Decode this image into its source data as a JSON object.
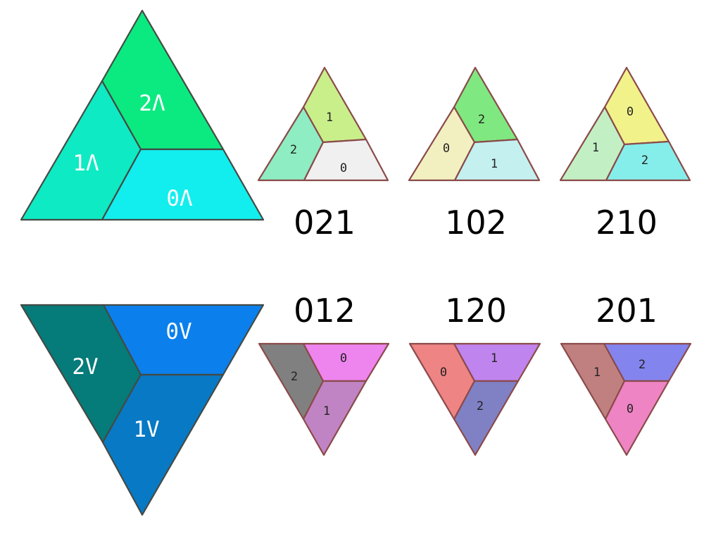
{
  "big_up": {
    "regions": [
      {
        "label": "2Λ",
        "color": "#0bea80"
      },
      {
        "label": "1Λ",
        "color": "#0eeac3"
      },
      {
        "label": "0Λ",
        "color": "#12eeee"
      }
    ]
  },
  "big_down": {
    "regions": [
      {
        "label": "0V",
        "color": "#0b80ec"
      },
      {
        "label": "2V",
        "color": "#057b7a"
      },
      {
        "label": "1V",
        "color": "#0879c4"
      }
    ]
  },
  "up_perms": [
    {
      "caption": "021",
      "labels": [
        "1",
        "2",
        "0"
      ],
      "colors": [
        "#c9ef8a",
        "#8eedc2",
        "#f0f0f0"
      ]
    },
    {
      "caption": "102",
      "labels": [
        "2",
        "0",
        "1"
      ],
      "colors": [
        "#80e880",
        "#f2f0c0",
        "#c4f0f0"
      ]
    },
    {
      "caption": "210",
      "labels": [
        "0",
        "1",
        "2"
      ],
      "colors": [
        "#f2f28a",
        "#c2f0c4",
        "#86eeea"
      ]
    }
  ],
  "down_perms": [
    {
      "caption": "012",
      "labels": [
        "0",
        "2",
        "1"
      ],
      "colors": [
        "#ee84ee",
        "#808080",
        "#c084c4"
      ]
    },
    {
      "caption": "120",
      "labels": [
        "1",
        "0",
        "2"
      ],
      "colors": [
        "#c084ee",
        "#ee8484",
        "#8080c4"
      ]
    },
    {
      "caption": "201",
      "labels": [
        "2",
        "1",
        "0"
      ],
      "colors": [
        "#8484ee",
        "#c08080",
        "#ee84c4"
      ]
    }
  ]
}
